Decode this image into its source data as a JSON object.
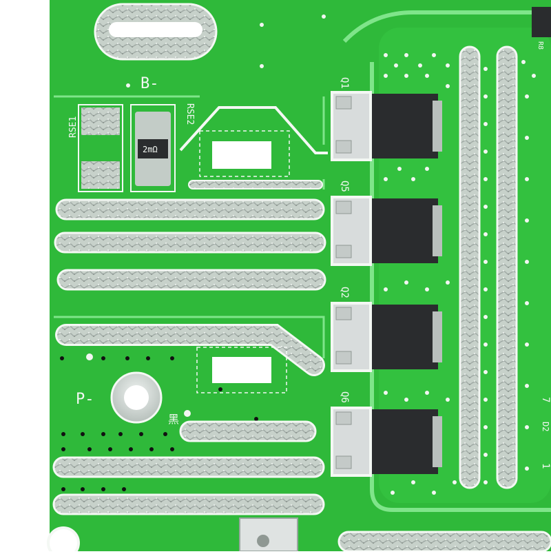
{
  "photo": {
    "colors": {
      "board": "#2fb93a",
      "board_dark": "#1f9a2d",
      "trace_line": "#6fe07a",
      "solder": "#c9d3cc",
      "solder_dark": "#9aa6a0",
      "silk": "#f4f8f4",
      "chip_body": "#2a2c2e",
      "tab_metal": "#d8dcdc",
      "background": "#ffffff",
      "via_hole": "#111111"
    },
    "labels": {
      "b_minus": "B-",
      "p_minus": "P-",
      "rse1": "RSE1",
      "rse2": "RSE2",
      "resistor_value": "2mΩ",
      "mosfets": [
        "Q1",
        "Q5",
        "Q2",
        "Q6"
      ],
      "char_mark": "黑",
      "edge_r8": "R8",
      "edge_d2": "D2",
      "edge_7": "7",
      "edge_1": "1"
    }
  }
}
